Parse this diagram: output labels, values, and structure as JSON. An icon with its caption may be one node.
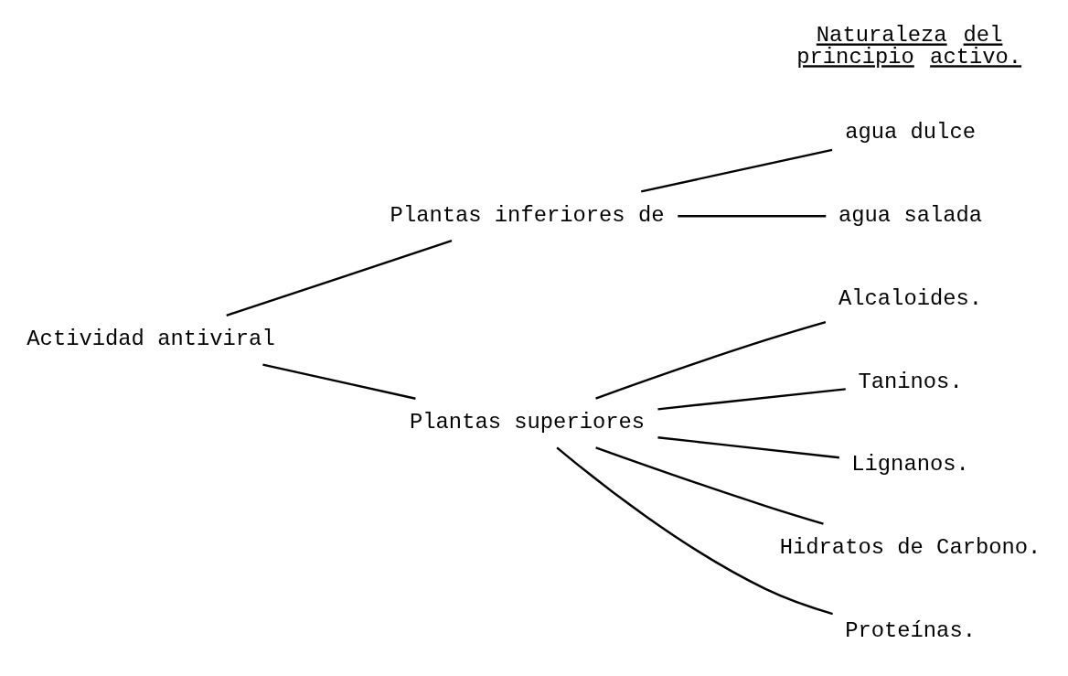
{
  "diagram": {
    "nodes": [
      {
        "text": [
          "Actividad antiviral"
        ]
      },
      {
        "text": [
          "Plantas inferiores de"
        ]
      },
      {
        "text": [
          "agua dulce"
        ]
      },
      {
        "text": [
          "agua salada"
        ]
      },
      {
        "text": [
          "Plantas superiores"
        ]
      },
      {
        "text": [
          "Alcaloides."
        ]
      },
      {
        "text": [
          "Taninos."
        ]
      },
      {
        "text": [
          "Lignanos."
        ]
      },
      {
        "text": [
          "Hidratos de Carbono."
        ]
      },
      {
        "text": [
          "Proteínas."
        ]
      }
    ],
    "edges": [
      {
        "from": 0,
        "to": 1,
        "arrow": "none"
      },
      {
        "from": 1,
        "to": 2,
        "arrow": "none"
      },
      {
        "from": 1,
        "to": 3,
        "arrow": "none"
      },
      {
        "from": 0,
        "to": 4,
        "arrow": "none"
      },
      {
        "from": 4,
        "to": 5,
        "arrow": "none"
      },
      {
        "from": 4,
        "to": 6,
        "arrow": "none"
      },
      {
        "from": 4,
        "to": 7,
        "arrow": "none"
      },
      {
        "from": 4,
        "to": 8,
        "arrow": "none"
      },
      {
        "from": 4,
        "to": 9,
        "arrow": "none"
      }
    ],
    "labels": [
      "Naturaleza del principio activo."
    ]
  }
}
